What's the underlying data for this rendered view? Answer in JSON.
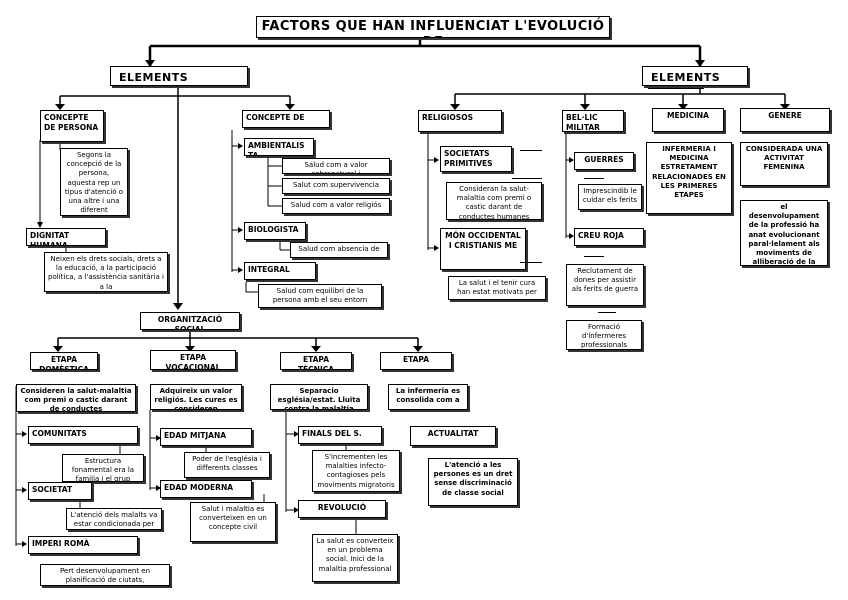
{
  "title": "FACTORS QUE HAN INFLUENCIAT L'EVOLUCIÓ DE",
  "left_elements": "ELEMENTS",
  "right_elements": "ELEMENTS",
  "concepte_persona": "CONCEPTE DE PERSONA",
  "persona_text": "Segons la concepció de la persona, aquesta rep un tipus d'atenció o una altre i una diferent consideració dels",
  "dignitat": "DIGNITAT HUMANA",
  "dignitat_text": "Neixen els drets socials, drets a la educació, a la participació política, a l'assistència sanitària i a la",
  "concepte_de": "CONCEPTE DE",
  "ambientals": "AMBIENTALIS TA",
  "amb_1": "Salud com a valor sobranatural i",
  "amb_2": "Salut com supervivencia",
  "amb_3": "Salud com a valor religiós",
  "biologista": "BIOLOGISTA",
  "bio_text": "Salud com absencia de",
  "integral": "INTEGRAL",
  "integral_text": "Salud com equilibri de la persona amb el seu entorn",
  "organitzacio": "ORGANITZACIÓ SOCIAL",
  "religiosos": "RELIGIOSOS",
  "societats_primitives": "SOCIETATS PRIMITIVES",
  "prim_text": "Consideran la salut-malaltia com premi o castic darant de conductes humanes socials",
  "mon_occidental": "MÓN OCCIDENTAL I CRISTIANIS ME",
  "mon_text": "La salut i el tenir cura han estat motivats per creences",
  "bellic": "BEL·LIC MILITAR",
  "guerres": "GUERRES",
  "guerres_text": "Imprescindib le cuidar els ferits",
  "creu_roja": "CREU ROJA",
  "creu_text": "Reclutament de dones per assistir als ferits de guerra",
  "formacio": "Formació d'infermeres professionals",
  "medicina": "MEDICINA",
  "medicina_text": "INFERMERIA I MEDICINA ESTRETAMENT RELACIONADES EN LES PRIMERES ETAPES",
  "genere": "GENERE",
  "genere_1": "CONSIDERADA UNA ACTIVITAT FEMENINA",
  "genere_2": "el desenvolupament de la professió ha anat evolucionant paral·lelament als moviments de alliberació de la",
  "etapa_domestica": "ETAPA DOMÈSTICA",
  "dom_text": "Consideren la salut-malaltia com premi o castic darant de conductes",
  "comunitats": "COMUNITATS",
  "com_text": "Estructura fonamental era la familia i el grup",
  "societat": "SOCIETAT",
  "soc_text": "L'atenció dels malalts va estar condicionada per la religió",
  "imperi": "IMPERI ROMÀ",
  "imperi_text": "Pert desenvolupament en planificació de ciutats, sanejament i",
  "etapa_vocacional": "ETAPA VOCACIONAL",
  "voc_text": "Adquireix un valor religiós. Les cures es consideren",
  "edat_mitjana": "EDAD MITJANA",
  "mitjana_text": "Poder de l'església i differents classes",
  "edat_moderna": "EDAD MODERNA",
  "moderna_text": "Salut i malaltia es converteixen en un concepte civil",
  "etapa_tecnica": "ETAPA TÈCNICA",
  "tec_text": "Separacio església/estat. Lluita contra la malaltia",
  "finals": "FINALS DEL S.",
  "finals_text": "S'incrementen les malalties infecto-contagioses pels moviments migratoris",
  "revolucio": "REVOLUCIÓ",
  "rev_text": "La salut es converteix en un problema social. Inici de la malaltia professional",
  "etapa_prof": "ETAPA",
  "prof_text": "La infermeria es consolida com a",
  "actualitat": "ACTUALITAT",
  "act_text": "L'atenció a les persones es un dret sense discriminació de classe social"
}
